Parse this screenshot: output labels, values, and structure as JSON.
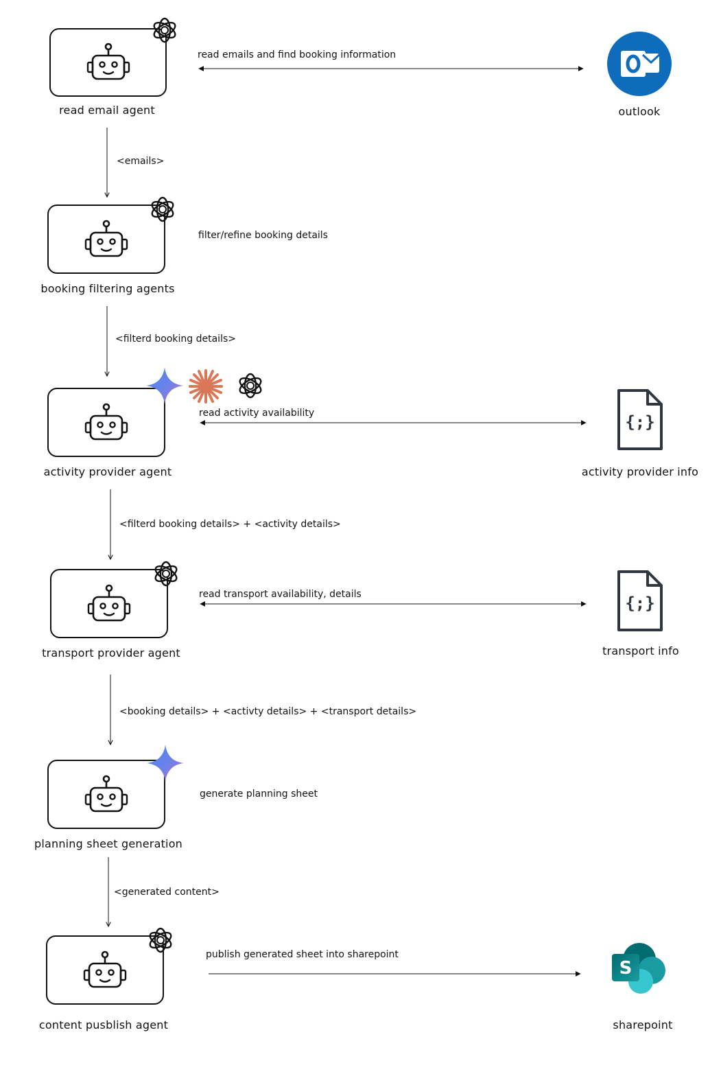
{
  "agents": [
    {
      "label": "read email agent",
      "models": [
        "openai-logo-icon"
      ]
    },
    {
      "label": "booking filtering agents",
      "models": [
        "openai-logo-icon"
      ]
    },
    {
      "label": "activity provider agent",
      "models": [
        "gemini-sparkle-icon",
        "claude-asterisk-icon",
        "openai-logo-icon"
      ]
    },
    {
      "label": "transport provider agent",
      "models": [
        "openai-logo-icon"
      ]
    },
    {
      "label": "planning sheet generation",
      "models": [
        "gemini-sparkle-icon"
      ]
    },
    {
      "label": "content pusblish agent",
      "models": [
        "openai-logo-icon"
      ]
    }
  ],
  "resources": [
    {
      "label": "outlook",
      "icon": "outlook-icon"
    },
    {
      "label": "activity provider info",
      "icon": "json-file-icon"
    },
    {
      "label": "transport info",
      "icon": "json-file-icon"
    },
    {
      "label": "sharepoint",
      "icon": "sharepoint-icon"
    }
  ],
  "side_edges": [
    {
      "label": "read emails and find booking information",
      "direction": "both"
    },
    {
      "label": "filter/refine booking details",
      "direction": "none"
    },
    {
      "label": "read activity availability",
      "direction": "both"
    },
    {
      "label": "read transport availability, details",
      "direction": "both"
    },
    {
      "label": "generate planning sheet",
      "direction": "none"
    },
    {
      "label": "publish generated sheet into sharepoint",
      "direction": "forward"
    }
  ],
  "flow_edges": [
    {
      "label": "<emails>"
    },
    {
      "label": "<filterd booking details>"
    },
    {
      "label": "<filterd booking details> + <activity details>"
    },
    {
      "label": "<booking details> + <activty details> + <transport details>"
    },
    {
      "label": "<generated content>"
    }
  ],
  "colors": {
    "outlook": "#0F6CBD",
    "sharepoint": "#038387",
    "claude": "#D97757",
    "gemini_start": "#4285F4",
    "gemini_end": "#9B72CB",
    "line": "#111111",
    "file_icon": "#2F3640"
  }
}
